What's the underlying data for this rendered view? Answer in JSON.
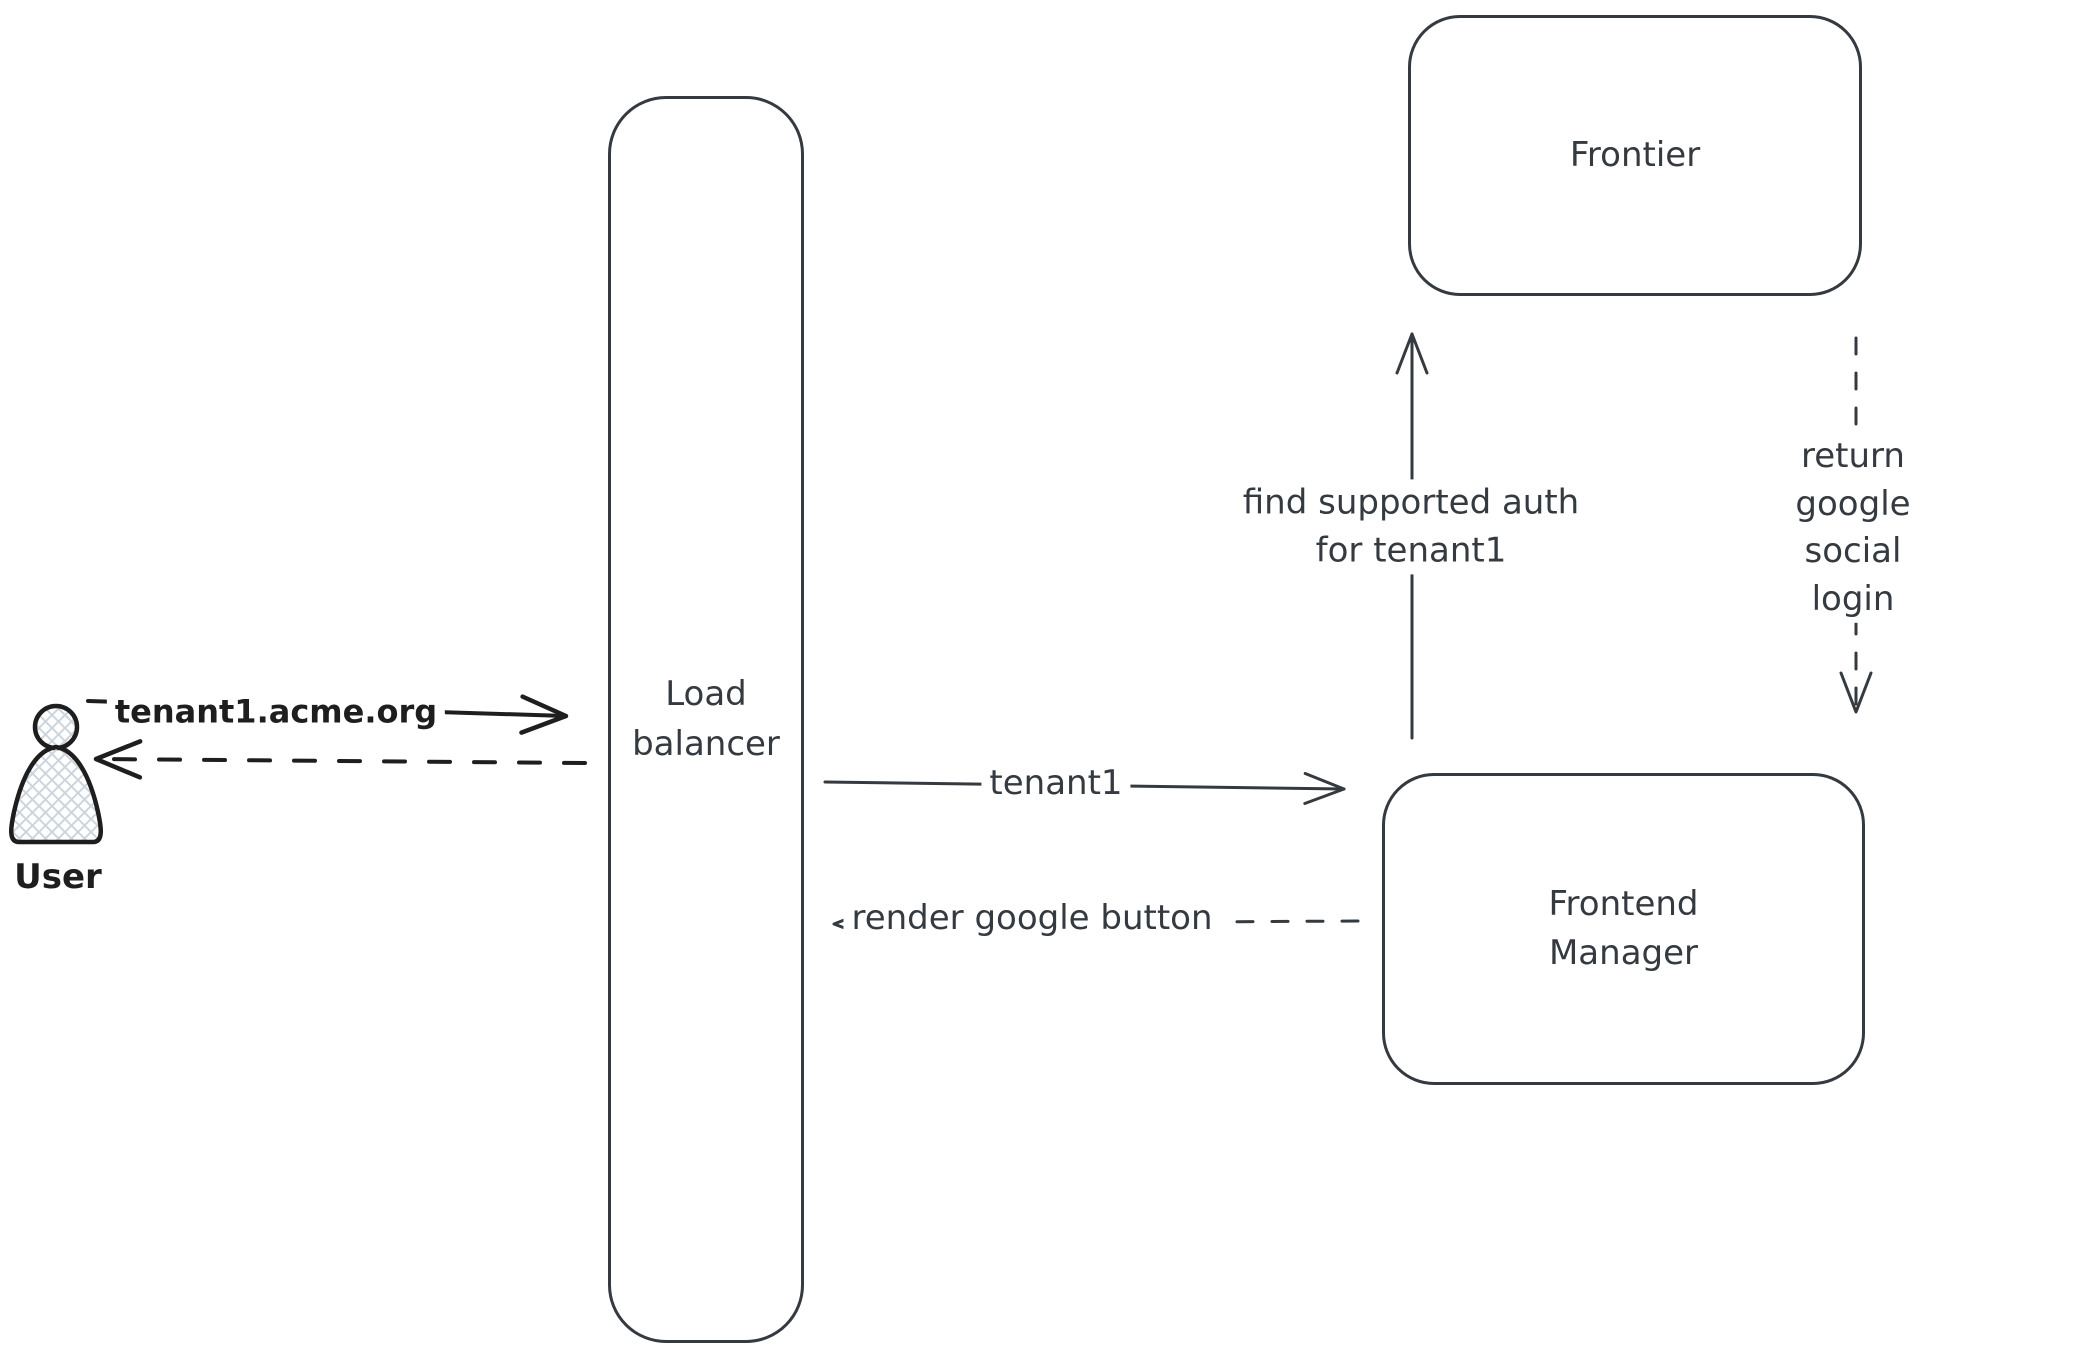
{
  "diagram": {
    "background": "#ffffff",
    "ink_primary": "#1e1e1e",
    "ink_secondary": "#343a40",
    "hatch_color": "#ccd5dd"
  },
  "nodes": {
    "user": {
      "label": "User"
    },
    "load_balancer": {
      "label": "Load\nbalancer"
    },
    "frontier": {
      "label": "Frontier"
    },
    "frontend_manager": {
      "label": "Frontend\nManager"
    }
  },
  "messages": {
    "user_to_load_balancer": {
      "label": "tenant1.acme.org",
      "line": "solid"
    },
    "load_balancer_to_user": {
      "line": "dashed"
    },
    "load_balancer_to_frontend_manager": {
      "label": "tenant1",
      "line": "solid"
    },
    "frontend_manager_to_load_balancer": {
      "label": "render google button",
      "line": "dashed"
    },
    "frontend_manager_to_frontier": {
      "label": "find supported auth\nfor tenant1",
      "line": "solid"
    },
    "frontier_to_frontend_manager": {
      "label": "return google social\nlogin",
      "line": "dashed"
    }
  }
}
